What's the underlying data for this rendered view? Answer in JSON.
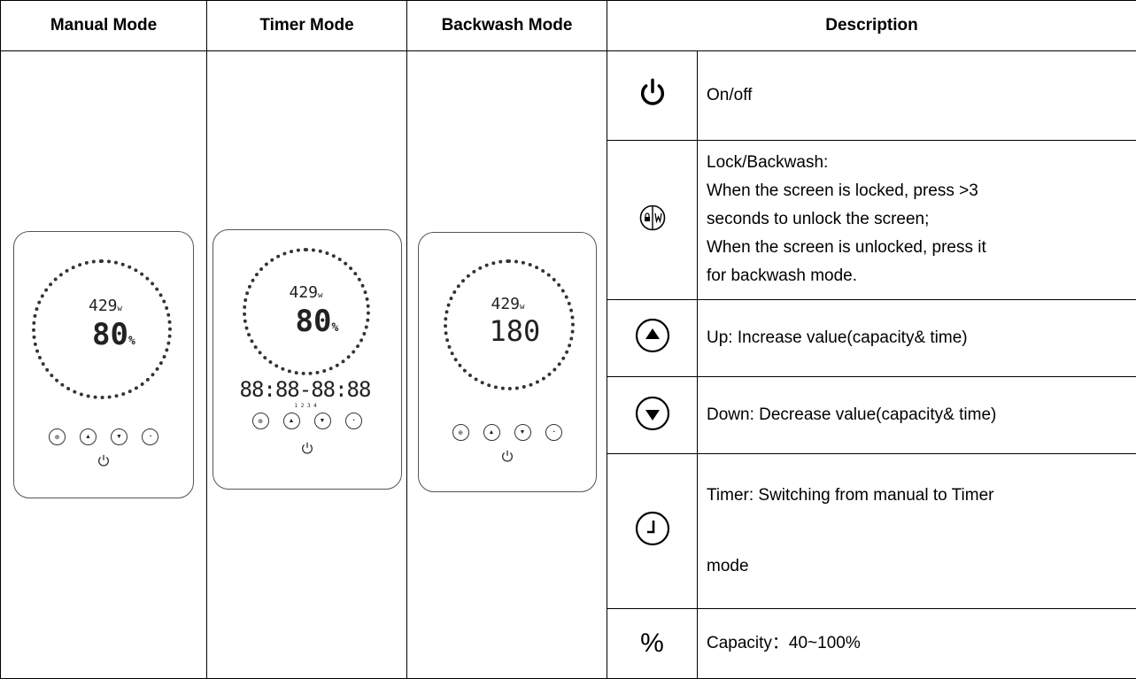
{
  "headers": [
    "Manual Mode",
    "Timer Mode",
    "Backwash Mode",
    "Description"
  ],
  "devices": {
    "manual": {
      "top_digits": "429",
      "top_unit": "w",
      "main": "80",
      "main_unit": "%"
    },
    "timer": {
      "top_digits": "429",
      "top_unit": "w",
      "main": "80",
      "main_unit": "%",
      "timer_display": "88:88-88:88",
      "dots": "1 2 3 4"
    },
    "backwash": {
      "top_digits": "429",
      "top_unit": "w",
      "main": "180"
    }
  },
  "rows": [
    {
      "icon": "power-icon",
      "text": "On/off"
    },
    {
      "icon": "lock-backwash-icon",
      "lines": [
        "Lock/Backwash:",
        "When the screen is locked, press >3",
        "seconds to unlock the screen;",
        "When the screen is unlocked, press it",
        "for backwash mode."
      ]
    },
    {
      "icon": "up-icon",
      "text": "Up: Increase value(capacity& time)"
    },
    {
      "icon": "down-icon",
      "text": "Down: Decrease value(capacity& time)"
    },
    {
      "icon": "timer-icon",
      "lines": [
        "Timer: Switching from manual to Timer",
        "mode"
      ]
    },
    {
      "icon": "percent-icon",
      "symbol": "%",
      "text": "Capacity：40~100%"
    }
  ]
}
